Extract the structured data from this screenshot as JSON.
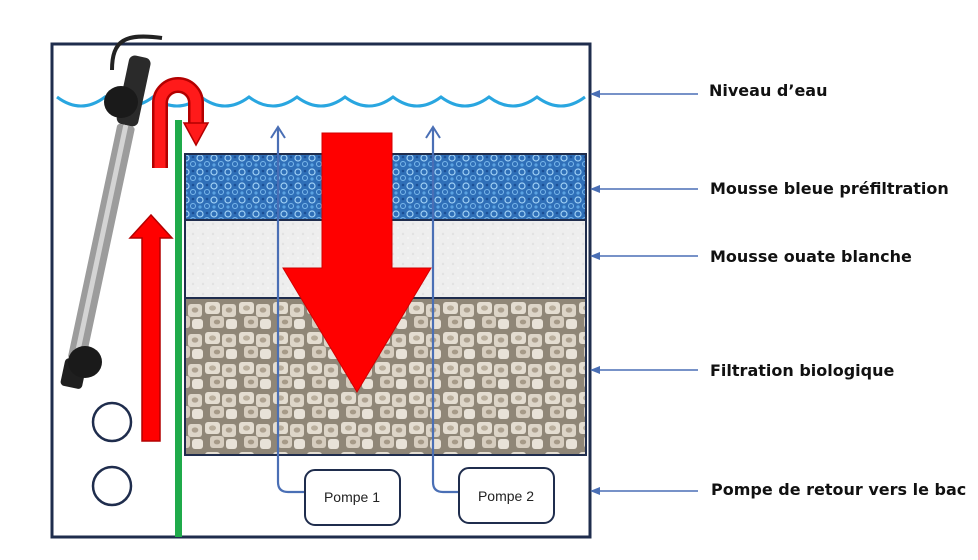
{
  "colors": {
    "tank_border": "#1f2d4d",
    "water_wave": "#29a6e0",
    "blue_foam": "#2f6fb8",
    "white_foam": "#eeeeee",
    "bio_media": "#d9d2c6",
    "flow_arrow": "#ff0000",
    "pointer_line": "#4a6fb5",
    "riser_pipe": "#1faa4a"
  },
  "icons": [
    "heater-icon",
    "air-bubble-icon",
    "u-bend-pipe-icon"
  ],
  "labels": {
    "water_level": "Niveau d’eau",
    "blue_foam": "Mousse bleue préfiltration",
    "white_foam": "Mousse ouate blanche",
    "bio_filtration": "Filtration biologique",
    "return_pump": "Pompe de retour vers le bac"
  },
  "pumps": [
    "Pompe 1",
    "Pompe 2"
  ]
}
